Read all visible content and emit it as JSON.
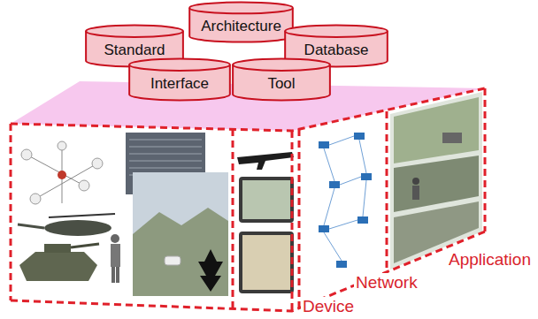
{
  "diagram": {
    "nodes": [
      {
        "text": [
          "Architecture"
        ]
      },
      {
        "text": [
          "Standard"
        ]
      },
      {
        "text": [
          "Database"
        ]
      },
      {
        "text": [
          "Interface"
        ]
      },
      {
        "text": [
          "Tool"
        ]
      }
    ],
    "labels": [
      "Application",
      "Network",
      "Device"
    ]
  }
}
